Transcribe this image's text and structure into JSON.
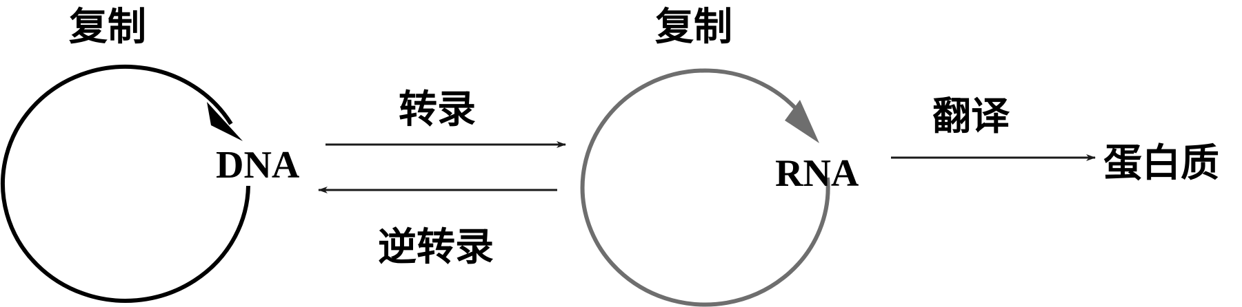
{
  "diagram": {
    "nodes": {
      "dna": "DNA",
      "rna": "RNA",
      "protein": "蛋白质"
    },
    "edges": {
      "dna_replication": "复制",
      "rna_replication": "复制",
      "transcription": "转录",
      "reverse_transcription": "逆转录",
      "translation": "翻译"
    }
  },
  "colors": {
    "dna_cycle": "#000000",
    "rna_cycle": "#6e6e6e",
    "arrows": "#1a1a1a",
    "text": "#000000"
  }
}
